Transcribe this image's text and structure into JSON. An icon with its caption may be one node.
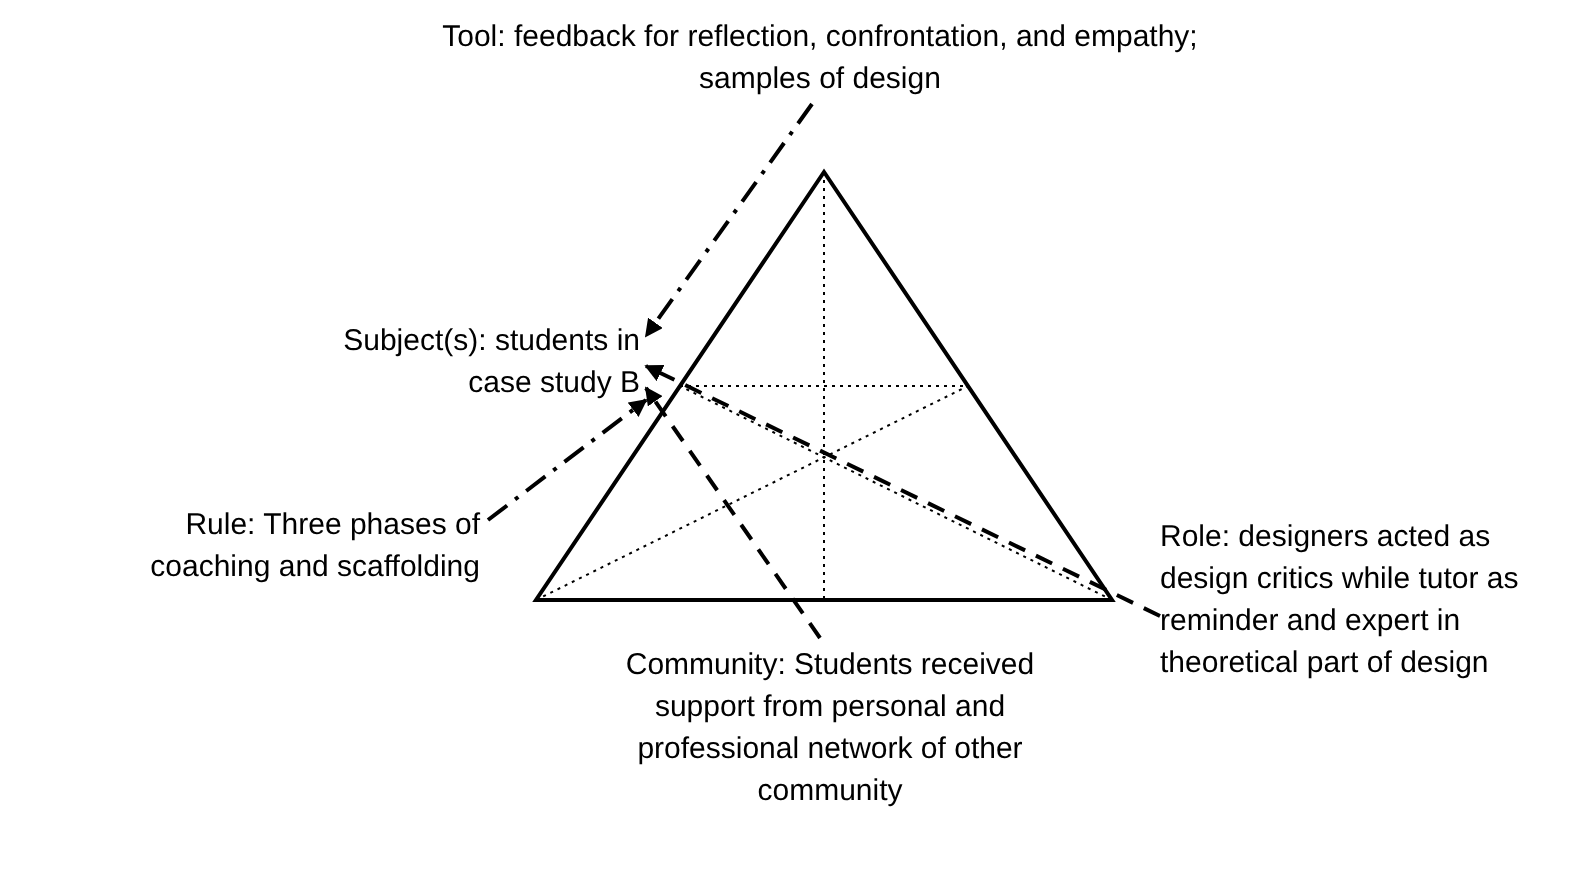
{
  "diagram": {
    "nodes": [
      {
        "text": [
          "Tool: feedback for reflection, confrontation, and empathy; samples of design"
        ]
      },
      {
        "text": [
          "Subject(s): students in case study B"
        ]
      },
      {
        "text": [
          "Rule: Three phases of coaching and scaffolding"
        ]
      },
      {
        "text": [
          "Role: designers acted as design critics while tutor as reminder and expert in theoretical part of design"
        ]
      },
      {
        "text": [
          "Community: Students received support from personal and professional network of other community"
        ]
      }
    ],
    "edges": [
      {
        "from": 0,
        "to": 1,
        "arrow": "to",
        "style": "dashed"
      },
      {
        "from": 2,
        "to": 1,
        "arrow": "to",
        "style": "dashed"
      },
      {
        "from": 4,
        "to": 1,
        "arrow": "to",
        "style": "dashed"
      },
      {
        "from": 3,
        "to": 1,
        "arrow": "to",
        "style": "dashed"
      }
    ]
  }
}
